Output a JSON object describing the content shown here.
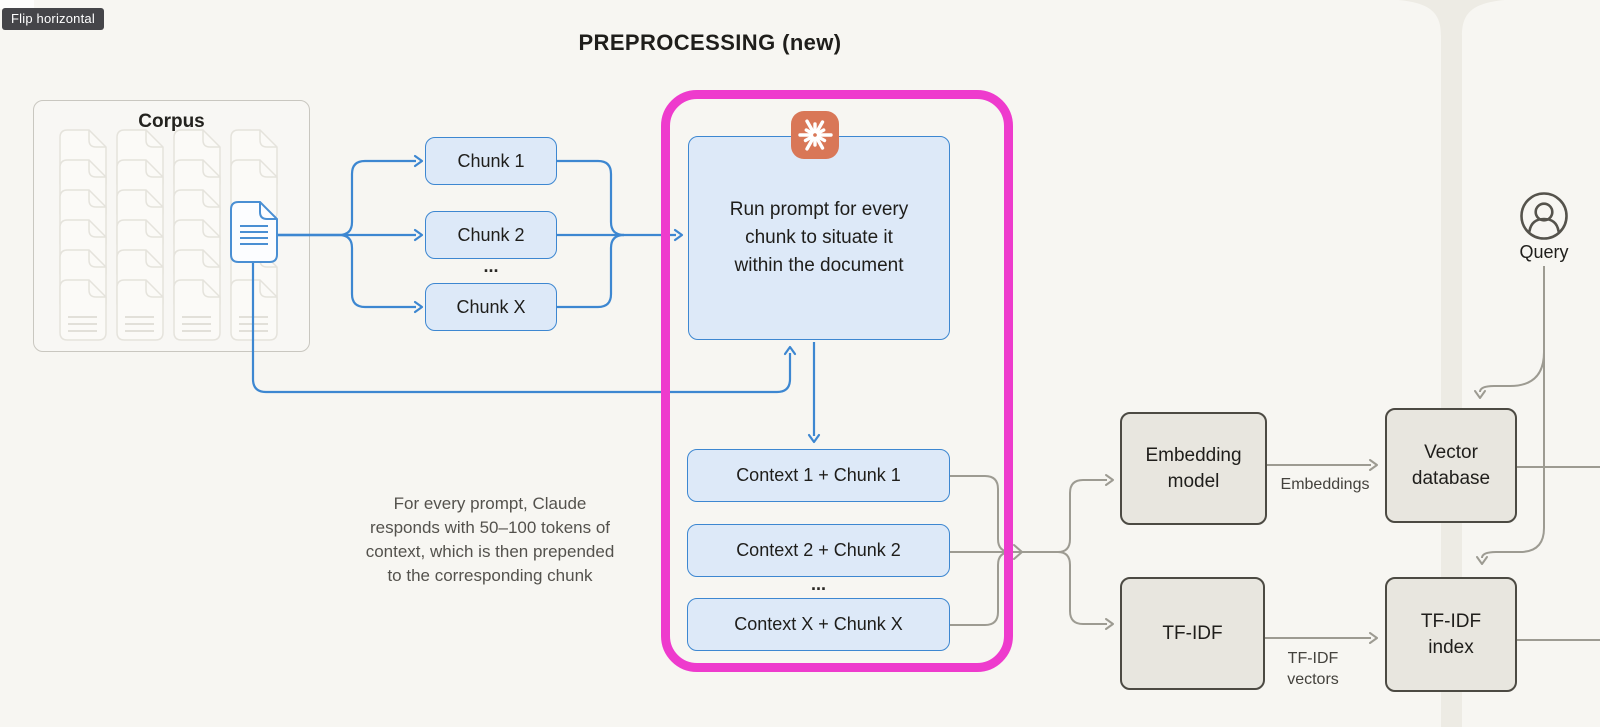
{
  "tooltip": {
    "label": "Flip horizontal"
  },
  "title": "PREPROCESSING (new)",
  "corpus": {
    "label": "Corpus"
  },
  "chunks": [
    {
      "label": "Chunk 1"
    },
    {
      "label": "Chunk 2"
    },
    {
      "label": "Chunk X"
    }
  ],
  "ellipsis": "...",
  "claude_box": {
    "text": "Run prompt for every chunk to situate it within the document"
  },
  "contexts": [
    {
      "label": "Context 1 + Chunk 1"
    },
    {
      "label": "Context 2 + Chunk 2"
    },
    {
      "label": "Context X + Chunk X"
    }
  ],
  "caption": {
    "lines": [
      "For every prompt, Claude",
      "responds with 50–100 tokens of",
      "context, which is then prepended",
      "to the corresponding chunk"
    ]
  },
  "pipeline": {
    "embedding_model": "Embedding model",
    "embeddings_label": "Embeddings",
    "vector_database": "Vector database",
    "tfidf": "TF-IDF",
    "tfidf_vectors_label": "TF-IDF vectors",
    "tfidf_index": "TF-IDF index"
  },
  "query": {
    "label": "Query"
  },
  "icons": {
    "claude": "claude-spark-icon",
    "query": "user-circle-icon",
    "corpus": "document-stack-icon"
  },
  "colors": {
    "background": "#f7f6f2",
    "highlight_magenta": "#ee3bcd",
    "blue_stroke": "#3d87d1",
    "blue_fill": "#dde9f8",
    "claude_orange": "#d97757",
    "gray_fill": "#e8e6df",
    "gray_line": "#9d9b92"
  }
}
